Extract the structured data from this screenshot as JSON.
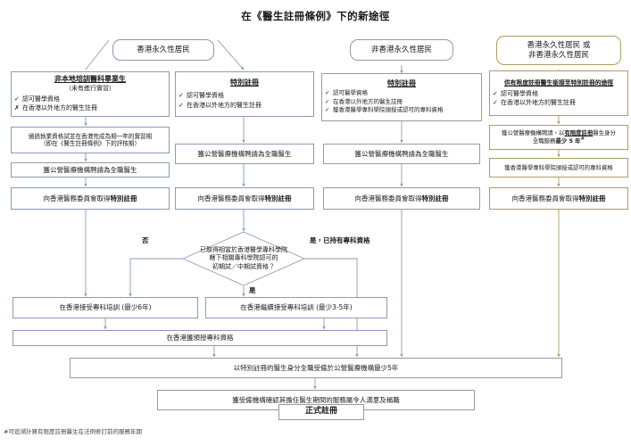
{
  "title": "在《醫生註冊條例》下的新途徑",
  "footnote": "#可追溯計算有限度註冊醫生在法例修訂前的服務年期",
  "colors": {
    "blue_border": "#8a9bb5",
    "gray_border": "#9a9a9a",
    "olive_border": "#ad9d63",
    "text": "#1a1a1a"
  },
  "columns": [
    {
      "id": "col1",
      "header": "香港永久性居民",
      "accent": "blue"
    },
    {
      "id": "col2",
      "header": "香港永久性居民",
      "accent": "blue"
    },
    {
      "id": "col3",
      "header": "非香港永久性居民",
      "accent": "gray"
    },
    {
      "id": "col4",
      "header_line1": "香港永久性居民 或",
      "header_line2": "非香港永久性居民",
      "accent": "olive"
    }
  ],
  "headers": {
    "hk_permanent": "香港永久性居民",
    "non_hk_permanent": "非香港永久性居民",
    "either_line1": "香港永久性居民 或",
    "either_line2": "非香港永久性居民"
  },
  "criteria_boxes": {
    "col1": {
      "heading": "非本地培訓醫科畢業生",
      "subheading": "（未有進行實習）",
      "items": [
        {
          "mark": "✓",
          "text": "認可醫學資格"
        },
        {
          "mark": "✗",
          "text": "在香港以外地方的醫生註冊"
        }
      ]
    },
    "col2": {
      "heading": "特別註冊",
      "items": [
        {
          "mark": "✓",
          "text": "認可醫學資格"
        },
        {
          "mark": "✓",
          "text": "在香港以外地方的醫生註冊"
        }
      ]
    },
    "col3": {
      "heading": "特別註冊",
      "items": [
        {
          "mark": "✓",
          "text": "認可醫學資格"
        },
        {
          "mark": "✓",
          "text": "在香港以外地方的醫生註冊"
        },
        {
          "mark": "✓",
          "text": "獲香港醫學專科學院頒授或認可的專科資格"
        }
      ]
    },
    "col4": {
      "heading": "供有限度註冊醫生銜接至特別註冊的途徑",
      "items": [
        {
          "mark": "✓",
          "text": "認可醫學資格"
        },
        {
          "mark": "✓",
          "text": "在香港以外地方的醫生註冊"
        }
      ]
    }
  },
  "steps": {
    "col1_exam": {
      "line1": "通過執業資格試並在香港完成為期一年的實習期",
      "line2": "（即在《醫生註冊條例》下的評核期）"
    },
    "col1_employ": "獲公營醫療機構聘請為全職醫生",
    "col1_special_reg_pre": "向香港醫務委員會取得",
    "col1_special_reg_bold": "特別註冊",
    "col2_employ": "獲公營醫療機構聘請為全職醫生",
    "col2_special_reg_pre": "向香港醫務委員會取得",
    "col2_special_reg_bold": "特別註冊",
    "col3_employ": "獲公營醫療機構聘請為全職醫生",
    "col3_special_reg_pre": "向香港醫務委員會取得",
    "col3_special_reg_bold": "特別註冊",
    "col4_limited": {
      "pre": "獲公營醫療機構聘請，以",
      "bold_underline": "有限度註冊",
      "mid": "醫生身分",
      "line2_pre": "全職服務",
      "line2_bold": "最少 5 年",
      "line2_sup": "#"
    },
    "col4_fellowship": "獲香港醫學專科學院頒授或認可的專科資格",
    "col4_special_reg_pre": "向香港醫務委員會取得",
    "col4_special_reg_bold": "特別註冊"
  },
  "decision": {
    "line1": "已取得相當於香港醫學專科學院",
    "line2": "轄下相關專科學院認可的",
    "line3": "初期試／中期試資格？",
    "branch_no": "否",
    "branch_yes": "是",
    "branch_yes_specialist": "是，已持有專科資格"
  },
  "training": {
    "full": "在香港接受專科培訓 (最少6年)",
    "continue": "在香港繼續接受專科培訓 (最少3-5年)",
    "fellowship": "在香港獲頒授專科資格"
  },
  "final": {
    "serve": "以特別註冊的醫生身分全職受僱於公營醫療機構最少5年",
    "confirm": "獲受僱機構確認其擔任醫生期間的服務屬令人滿意及稱職",
    "full_registration": "正式註冊"
  }
}
